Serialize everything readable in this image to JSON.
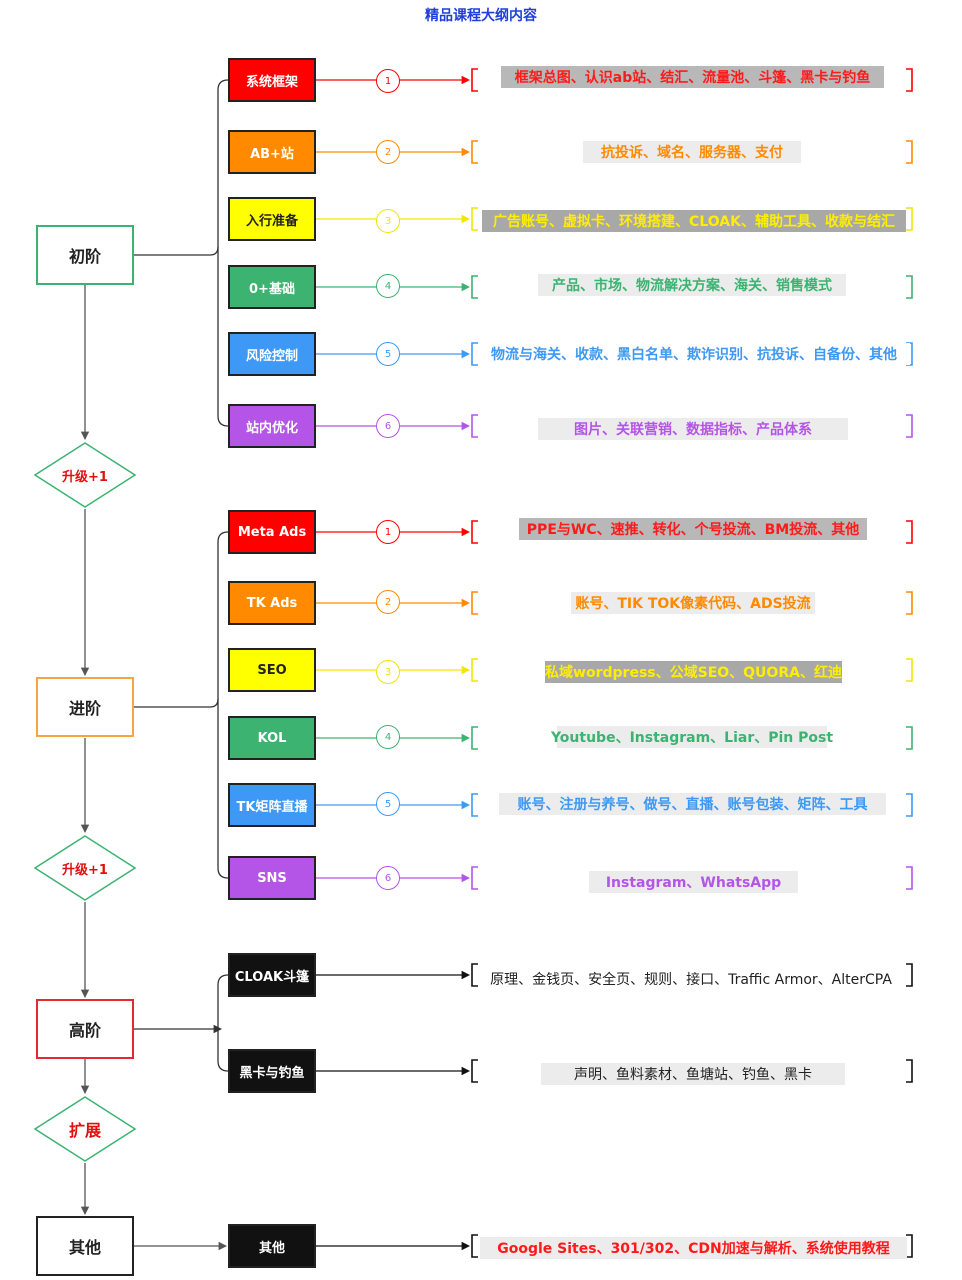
{
  "title": "精品课程大纲内容",
  "stages": [
    {
      "label": "初阶",
      "color": "#3cb371"
    },
    {
      "label": "进阶",
      "color": "#f7a540"
    },
    {
      "label": "高阶",
      "color": "#e22b2b"
    },
    {
      "label": "其他",
      "color": "#222222"
    }
  ],
  "upgrades": [
    {
      "label": "升级+1"
    },
    {
      "label": "升级+1"
    },
    {
      "label": "扩展"
    }
  ],
  "groups": [
    {
      "items": [
        {
          "module": "系统框架",
          "num": "1",
          "desc": "框架总图、认识ab站、结汇、流量池、斗篷、黑卡与钓鱼",
          "module_bg": "#ff0000",
          "module_fg": "#ffffff",
          "line": "#ff0000",
          "desc_fg": "#ff1a1a",
          "desc_bg": "#b8b8b8"
        },
        {
          "module": "AB+站",
          "num": "2",
          "desc": "抗投诉、域名、服务器、支付",
          "module_bg": "#ff8a00",
          "module_fg": "#ffffff",
          "line": "#ff8a00",
          "desc_fg": "#ff8a00",
          "desc_bg": "#ececec"
        },
        {
          "module": "入行准备",
          "num": "3",
          "desc": "广告账号、虚拟卡、环境搭建、CLOAK、辅助工具、收款与结汇",
          "module_bg": "#ffff00",
          "module_fg": "#222222",
          "line": "#f2e600",
          "desc_fg": "#ffee00",
          "desc_bg": "#a8a8a8"
        },
        {
          "module": "0+基础",
          "num": "4",
          "desc": "产品、市场、物流解决方案、海关、销售模式",
          "module_bg": "#3cb371",
          "module_fg": "#ffffff",
          "line": "#3cb371",
          "desc_fg": "#3cb371",
          "desc_bg": "#ececec"
        },
        {
          "module": "风险控制",
          "num": "5",
          "desc": "物流与海关、收款、黑白名单、欺诈识别、抗投诉、自备份、其他",
          "module_bg": "#3d99f5",
          "module_fg": "#ffffff",
          "line": "#3d99f5",
          "desc_fg": "#3d99f5",
          "desc_bg": "#ffffff"
        },
        {
          "module": "站内优化",
          "num": "6",
          "desc": "图片、关联营销、数据指标、产品体系",
          "module_bg": "#b455e8",
          "module_fg": "#ffffff",
          "line": "#b455e8",
          "desc_fg": "#b455e8",
          "desc_bg": "#ececec"
        }
      ]
    },
    {
      "items": [
        {
          "module": "Meta Ads",
          "num": "1",
          "desc": "PPE与WC、速推、转化、个号投流、BM投流、其他",
          "module_bg": "#ff0000",
          "module_fg": "#ffffff",
          "line": "#ff0000",
          "desc_fg": "#ff1a1a",
          "desc_bg": "#b8b8b8"
        },
        {
          "module": "TK Ads",
          "num": "2",
          "desc": "账号、TIK TOK像素代码、ADS投流",
          "module_bg": "#ff8a00",
          "module_fg": "#ffffff",
          "line": "#ff8a00",
          "desc_fg": "#ff8a00",
          "desc_bg": "#ececec"
        },
        {
          "module": "SEO",
          "num": "3",
          "desc": "私域wordpress、公域SEO、QUORA、红迪",
          "module_bg": "#ffff00",
          "module_fg": "#222222",
          "line": "#f2e600",
          "desc_fg": "#ffee00",
          "desc_bg": "#a8a8a8"
        },
        {
          "module": "KOL",
          "num": "4",
          "desc": "Youtube、Instagram、Liar、Pin Post",
          "module_bg": "#3cb371",
          "module_fg": "#ffffff",
          "line": "#3cb371",
          "desc_fg": "#3cb371",
          "desc_bg": "#ececec"
        },
        {
          "module": "TK矩阵直播",
          "num": "5",
          "desc": "账号、注册与养号、做号、直播、账号包装、矩阵、工具",
          "module_bg": "#3d99f5",
          "module_fg": "#ffffff",
          "line": "#3d99f5",
          "desc_fg": "#3d99f5",
          "desc_bg": "#ececec"
        },
        {
          "module": "SNS",
          "num": "6",
          "desc": "Instagram、WhatsApp",
          "module_bg": "#b455e8",
          "module_fg": "#ffffff",
          "line": "#b455e8",
          "desc_fg": "#b455e8",
          "desc_bg": "#ececec"
        }
      ]
    },
    {
      "items": [
        {
          "module": "CLOAK斗篷",
          "desc": "原理、金钱页、安全页、规则、接口、Traffic Armor、AlterCPA",
          "module_bg": "#111111",
          "module_fg": "#ffffff",
          "line": "#111111",
          "desc_fg": "#222222",
          "desc_bg": "#ffffff"
        },
        {
          "module": "黑卡与钓鱼",
          "desc": "声明、鱼料素材、鱼塘站、钓鱼、黑卡",
          "module_bg": "#111111",
          "module_fg": "#ffffff",
          "line": "#111111",
          "desc_fg": "#222222",
          "desc_bg": "#ececec"
        }
      ]
    },
    {
      "items": [
        {
          "module": "其他",
          "desc": "Google Sites、301/302、CDN加速与解析、系统使用教程",
          "module_bg": "#111111",
          "module_fg": "#ffffff",
          "line": "#111111",
          "desc_fg": "#ff1a1a",
          "desc_bg": "#ececec"
        }
      ]
    }
  ]
}
